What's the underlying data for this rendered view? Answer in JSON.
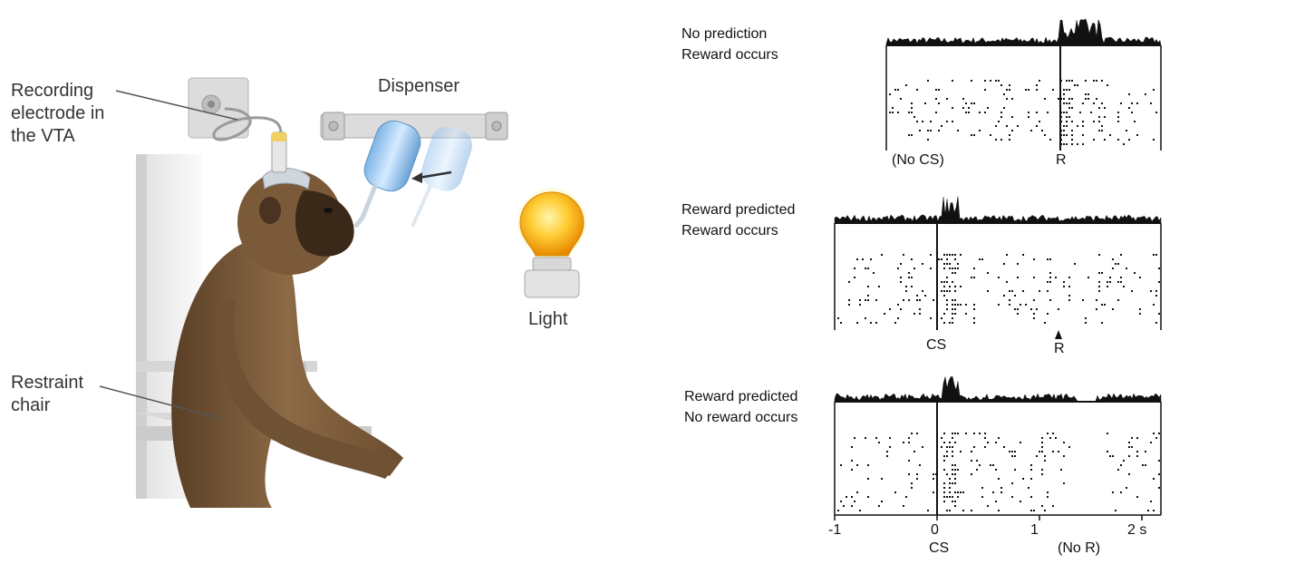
{
  "illustration": {
    "labels": {
      "electrode": "Recording\nelectrode in\nthe VTA",
      "dispenser": "Dispenser",
      "light": "Light",
      "chair": "Restraint\nchair"
    }
  },
  "panels": [
    {
      "title": "No prediction\nReward occurs",
      "marker_labels": [
        "(No CS)",
        "R"
      ]
    },
    {
      "title": "Reward predicted\nReward occurs",
      "marker_labels": [
        "CS",
        "R"
      ]
    },
    {
      "title": "Reward predicted\nNo reward occurs",
      "marker_labels": [
        "CS",
        "(No R)"
      ]
    }
  ],
  "axis": {
    "ticks": [
      "-1",
      "0",
      "1",
      "2 s"
    ]
  }
}
